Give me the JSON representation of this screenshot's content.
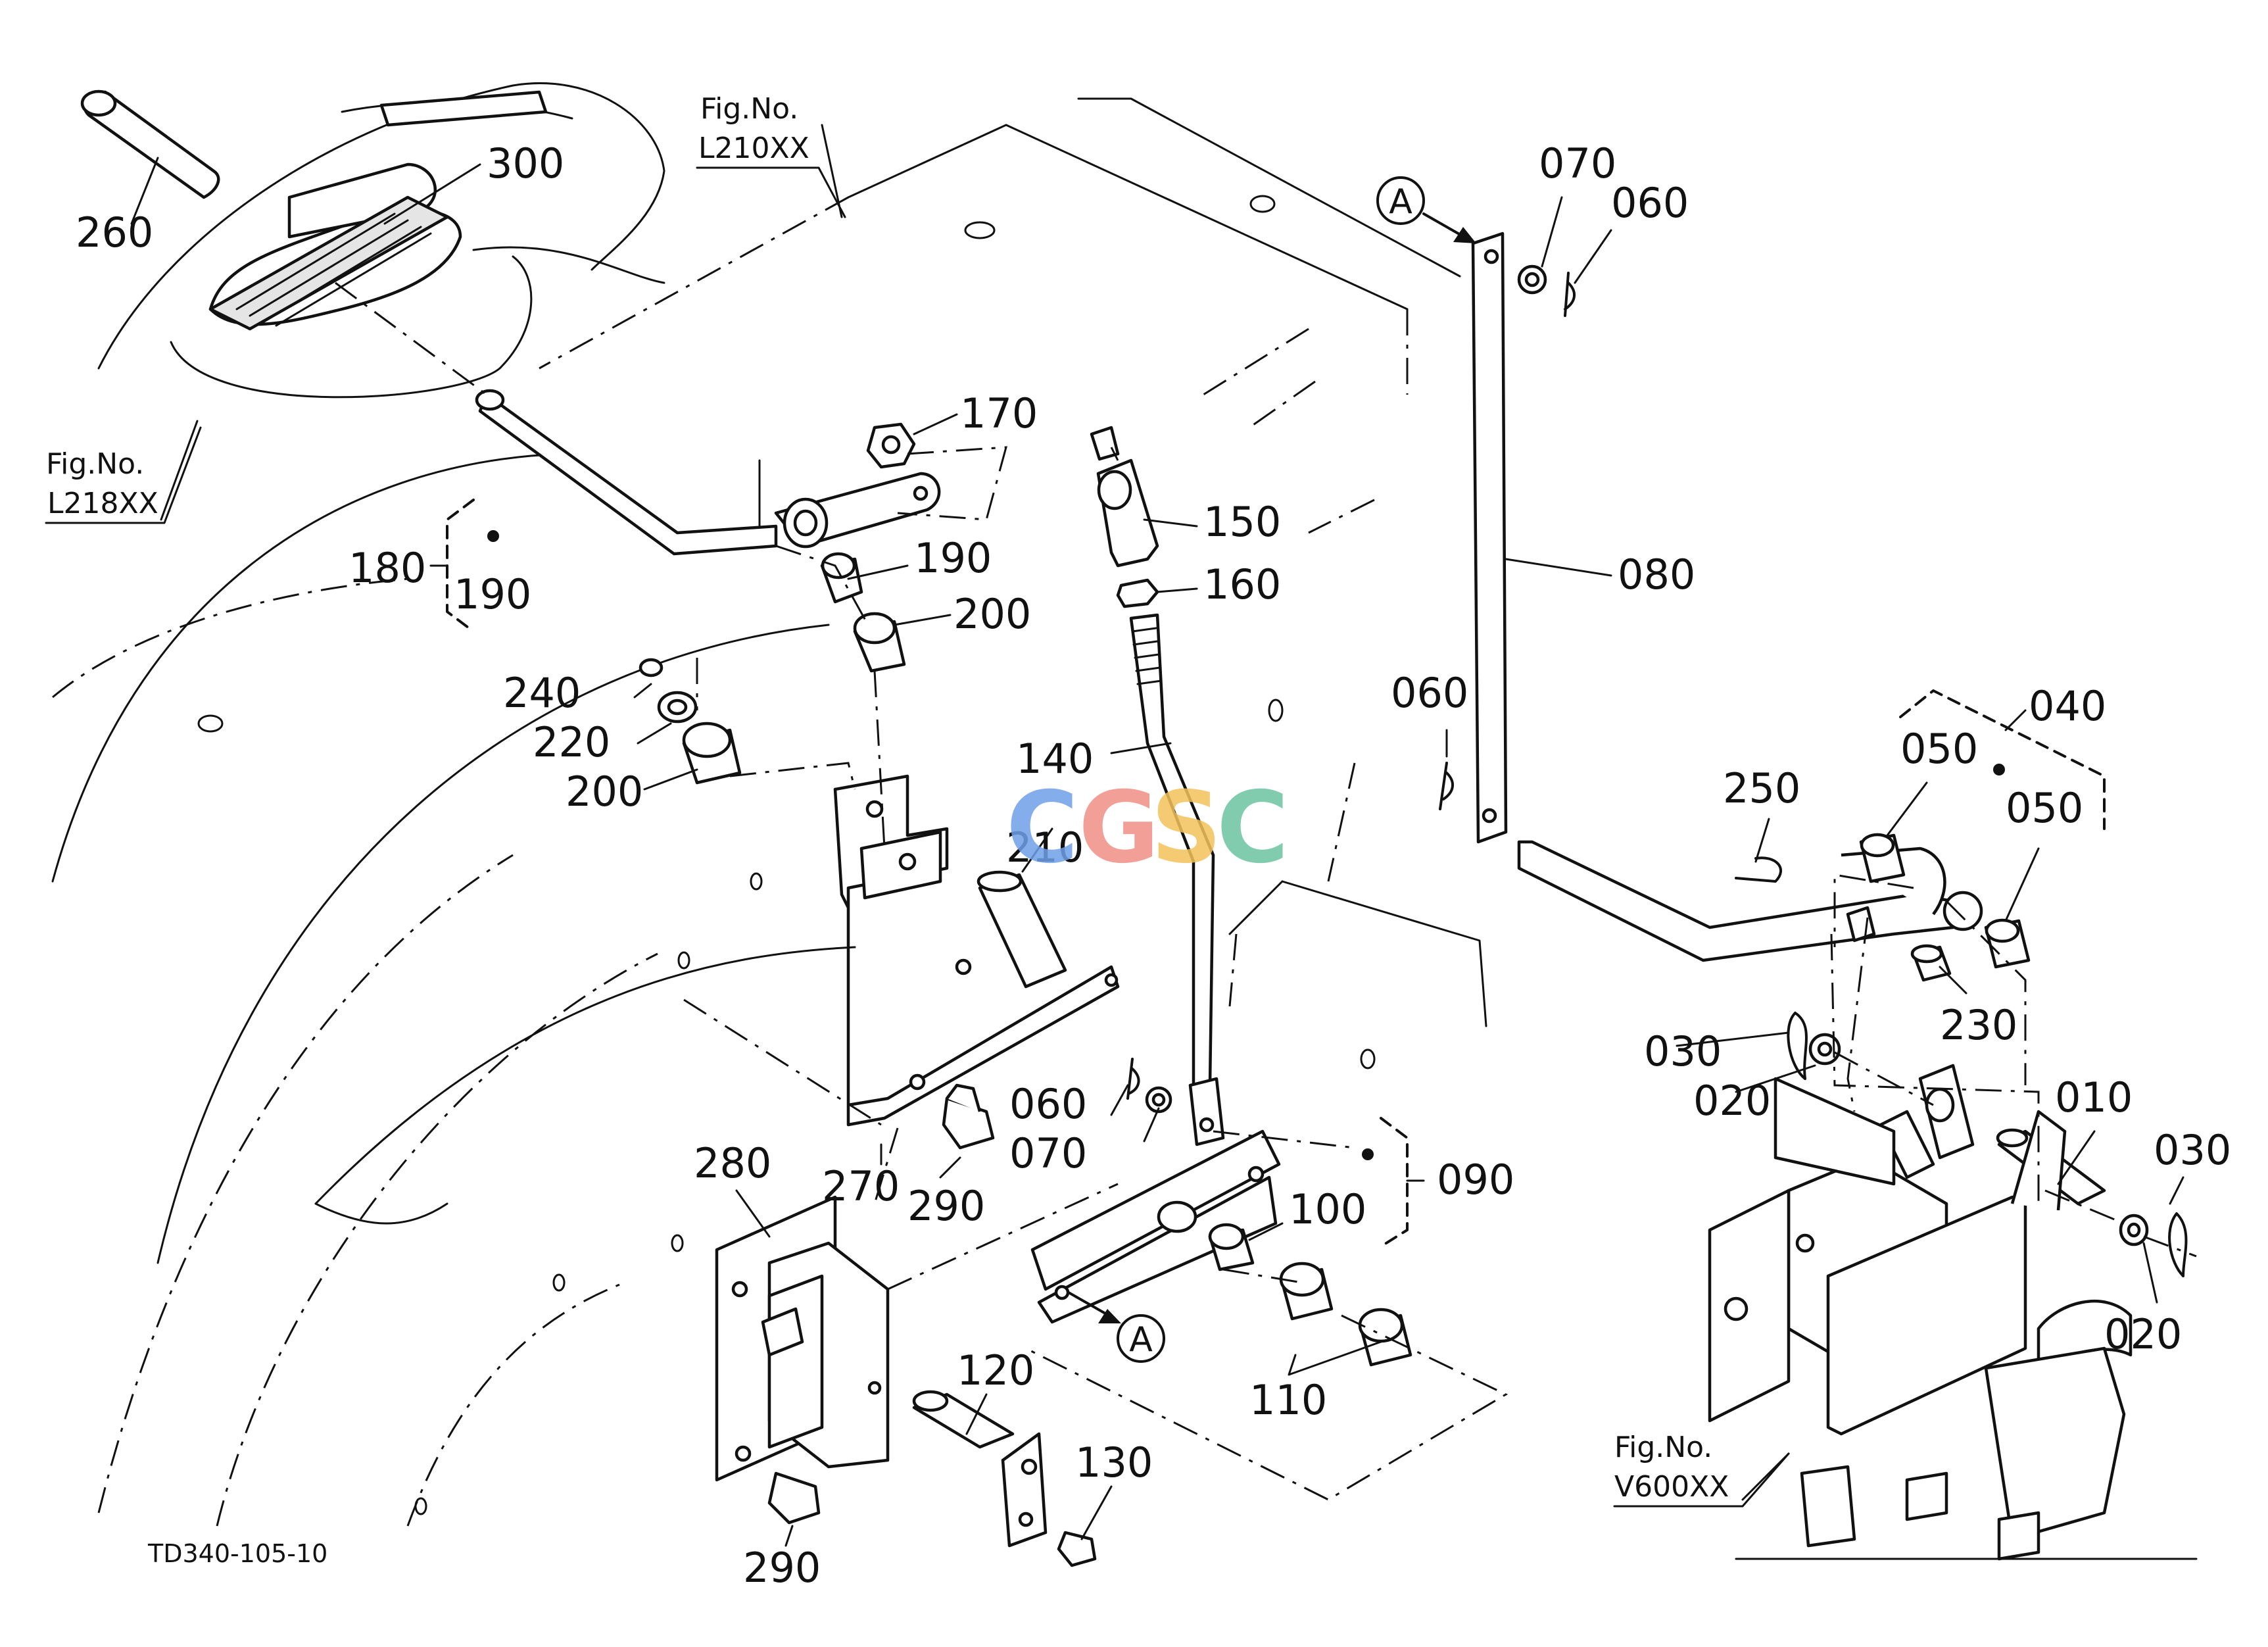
{
  "diagram": {
    "drawing_code": "TD340-105-10",
    "watermark": {
      "text": "CGSC",
      "colors": [
        "#6fa0e8",
        "#ef8f86",
        "#f3c25a",
        "#6cc3a0"
      ]
    },
    "fig_refs": [
      {
        "prefix": "Fig.No.",
        "code": "L210XX"
      },
      {
        "prefix": "Fig.No.",
        "code": "L218XX"
      },
      {
        "prefix": "Fig.No.",
        "code": "V600XX"
      }
    ],
    "connectors": [
      "A",
      "A"
    ],
    "part_labels": [
      "260",
      "300",
      "180",
      "190",
      "190",
      "240",
      "220",
      "200",
      "200",
      "170",
      "150",
      "160",
      "140",
      "210",
      "270",
      "290",
      "280",
      "290",
      "120",
      "130",
      "060",
      "070",
      "090",
      "100",
      "110",
      "080",
      "070",
      "060",
      "060",
      "040",
      "050",
      "050",
      "250",
      "230",
      "030",
      "020",
      "010",
      "030",
      "020"
    ]
  }
}
